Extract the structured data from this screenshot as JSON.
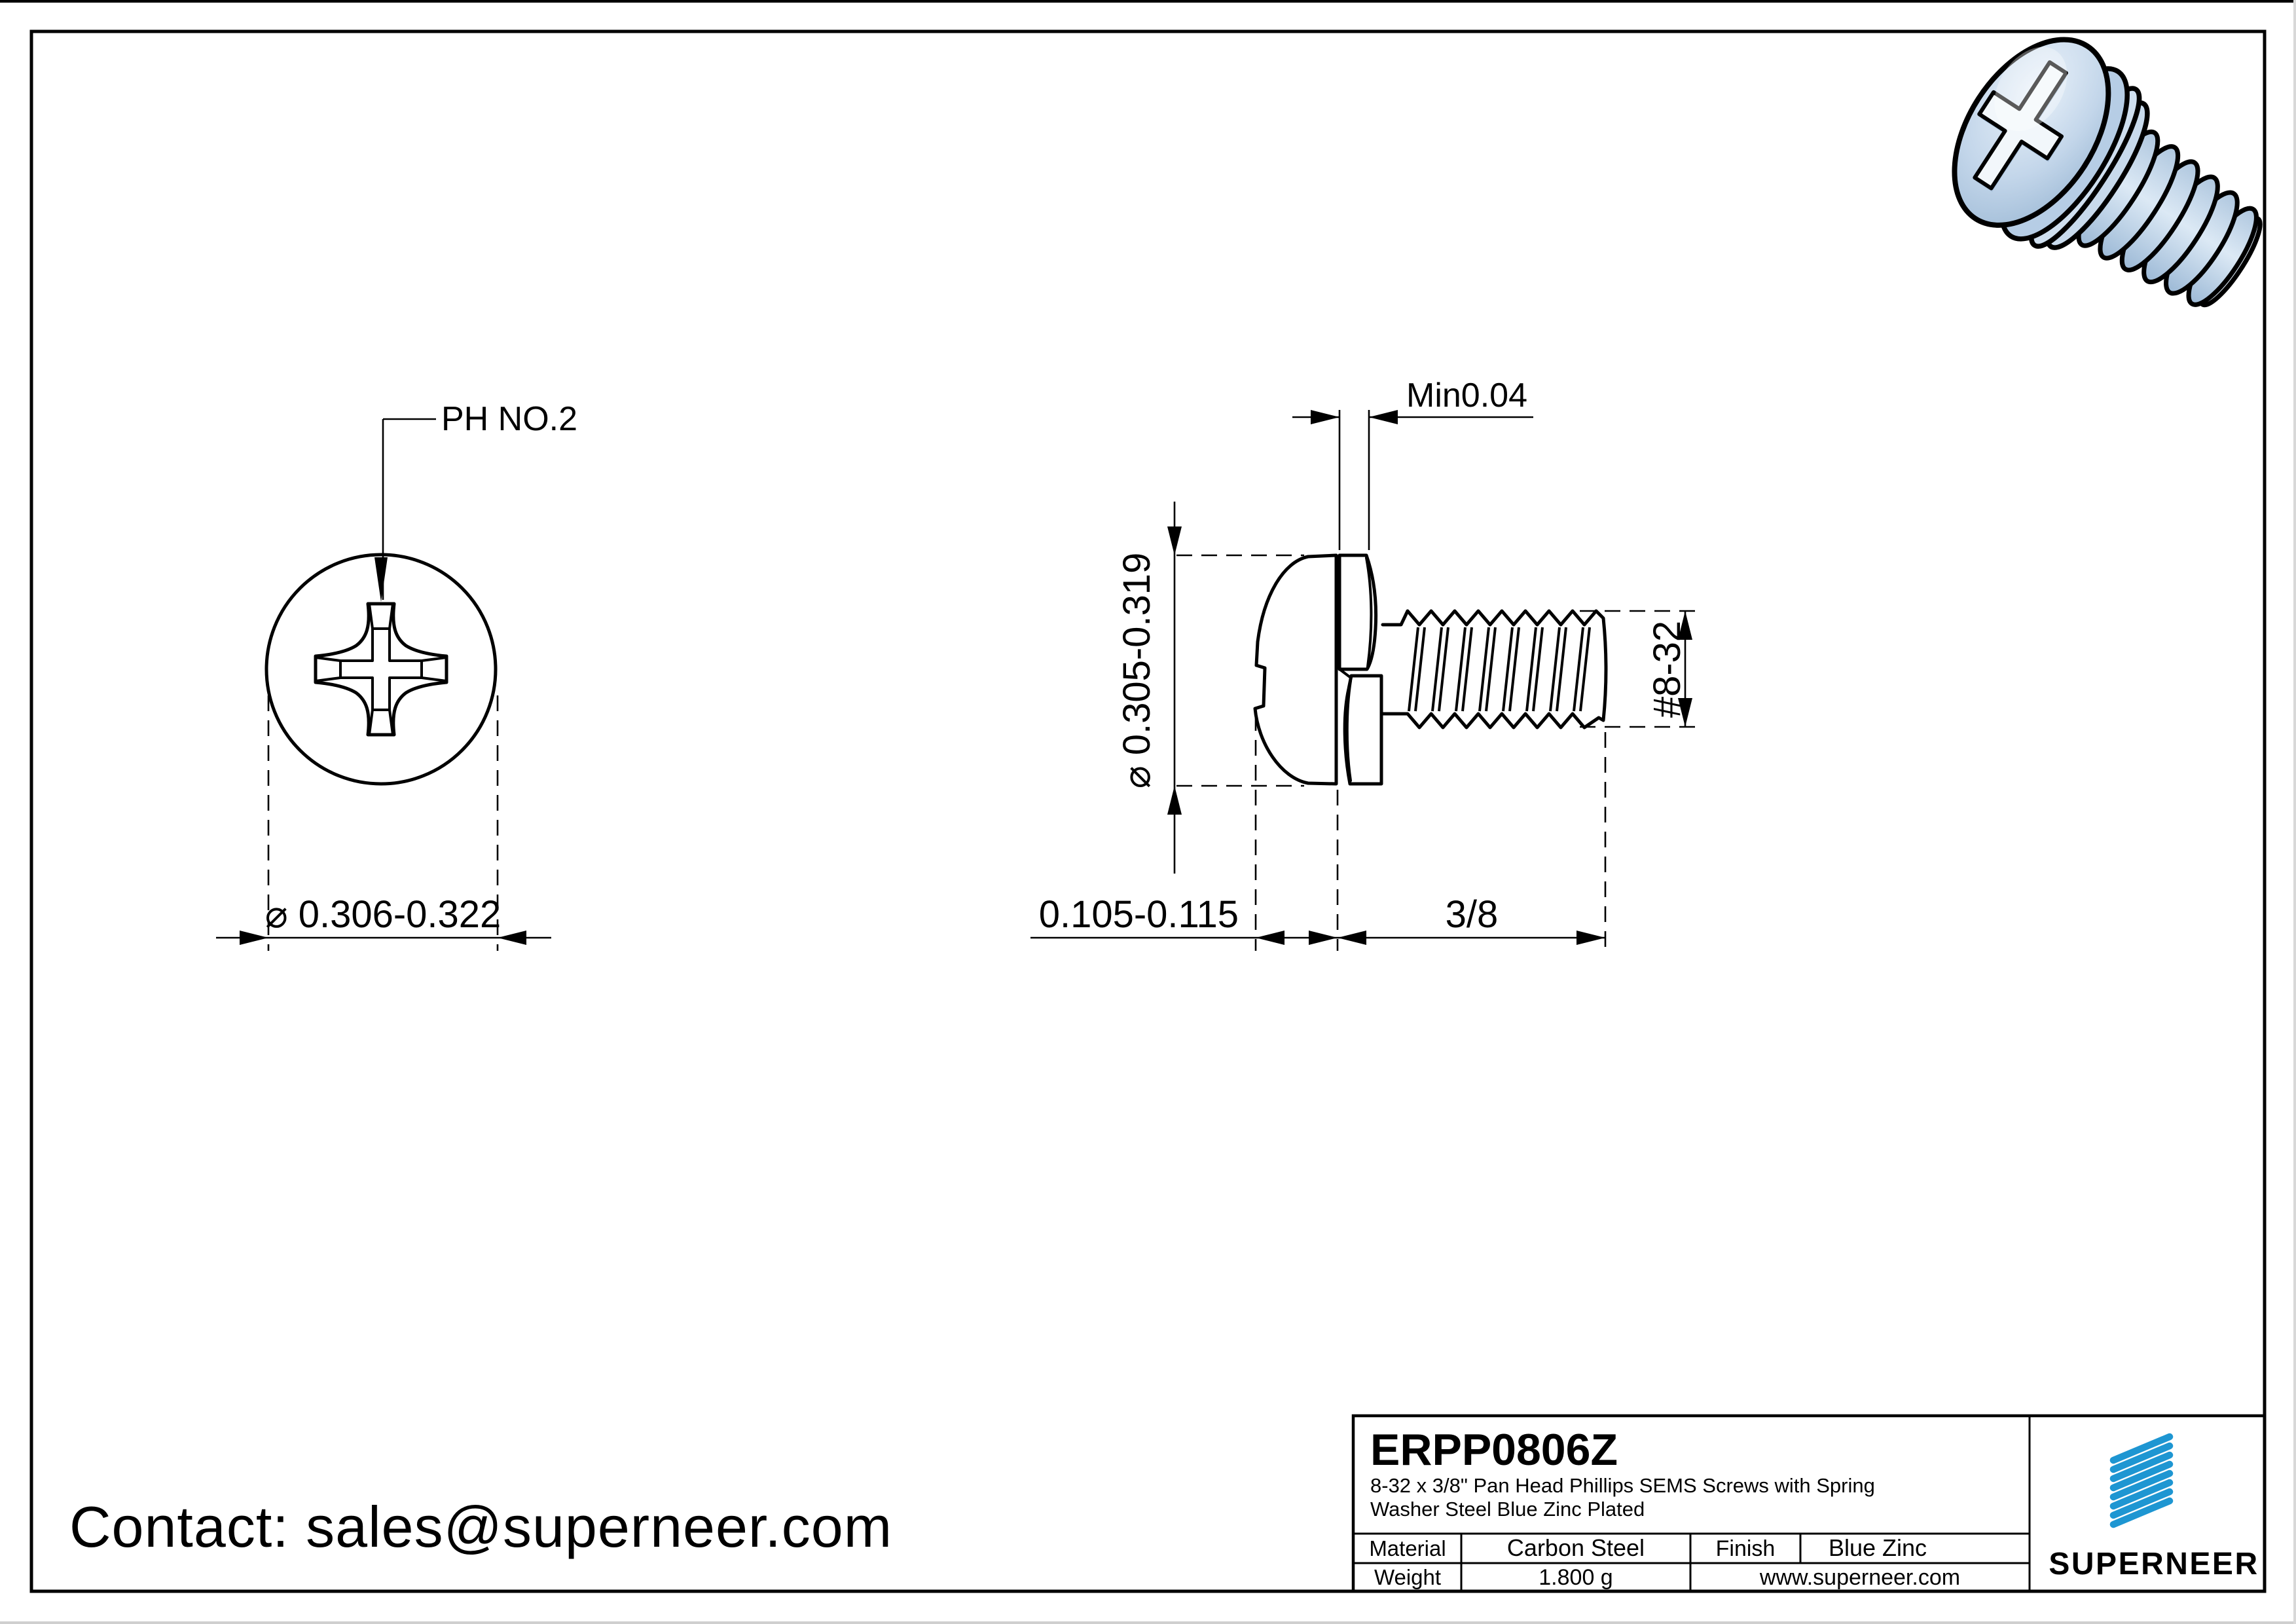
{
  "front_view": {
    "recess_label": "PH NO.2",
    "diameter_dim": "⌀ 0.306-0.322"
  },
  "side_view": {
    "washer_thickness_dim": "Min0.04",
    "head_diameter_dim": "⌀ 0.305-0.319",
    "head_height_dim": "0.105-0.115",
    "thread_length_dim": "3/8",
    "thread_size_dim": "#8-32"
  },
  "contact": {
    "label": "Contact: sales@superneer.com"
  },
  "title_block": {
    "part_number": "ERPP0806Z",
    "description_line1": "8-32 x 3/8\" Pan Head Phillips SEMS Screws with Spring",
    "description_line2": "Washer Steel Blue Zinc Plated",
    "material_label": "Material",
    "material_value": "Carbon Steel",
    "finish_label": "Finish",
    "finish_value": "Blue Zinc",
    "weight_label": "Weight",
    "weight_value": "1.800 g",
    "website": "www.superneer.com",
    "brand": "SUPERNEER",
    "brand_color": "#1e96d2"
  }
}
